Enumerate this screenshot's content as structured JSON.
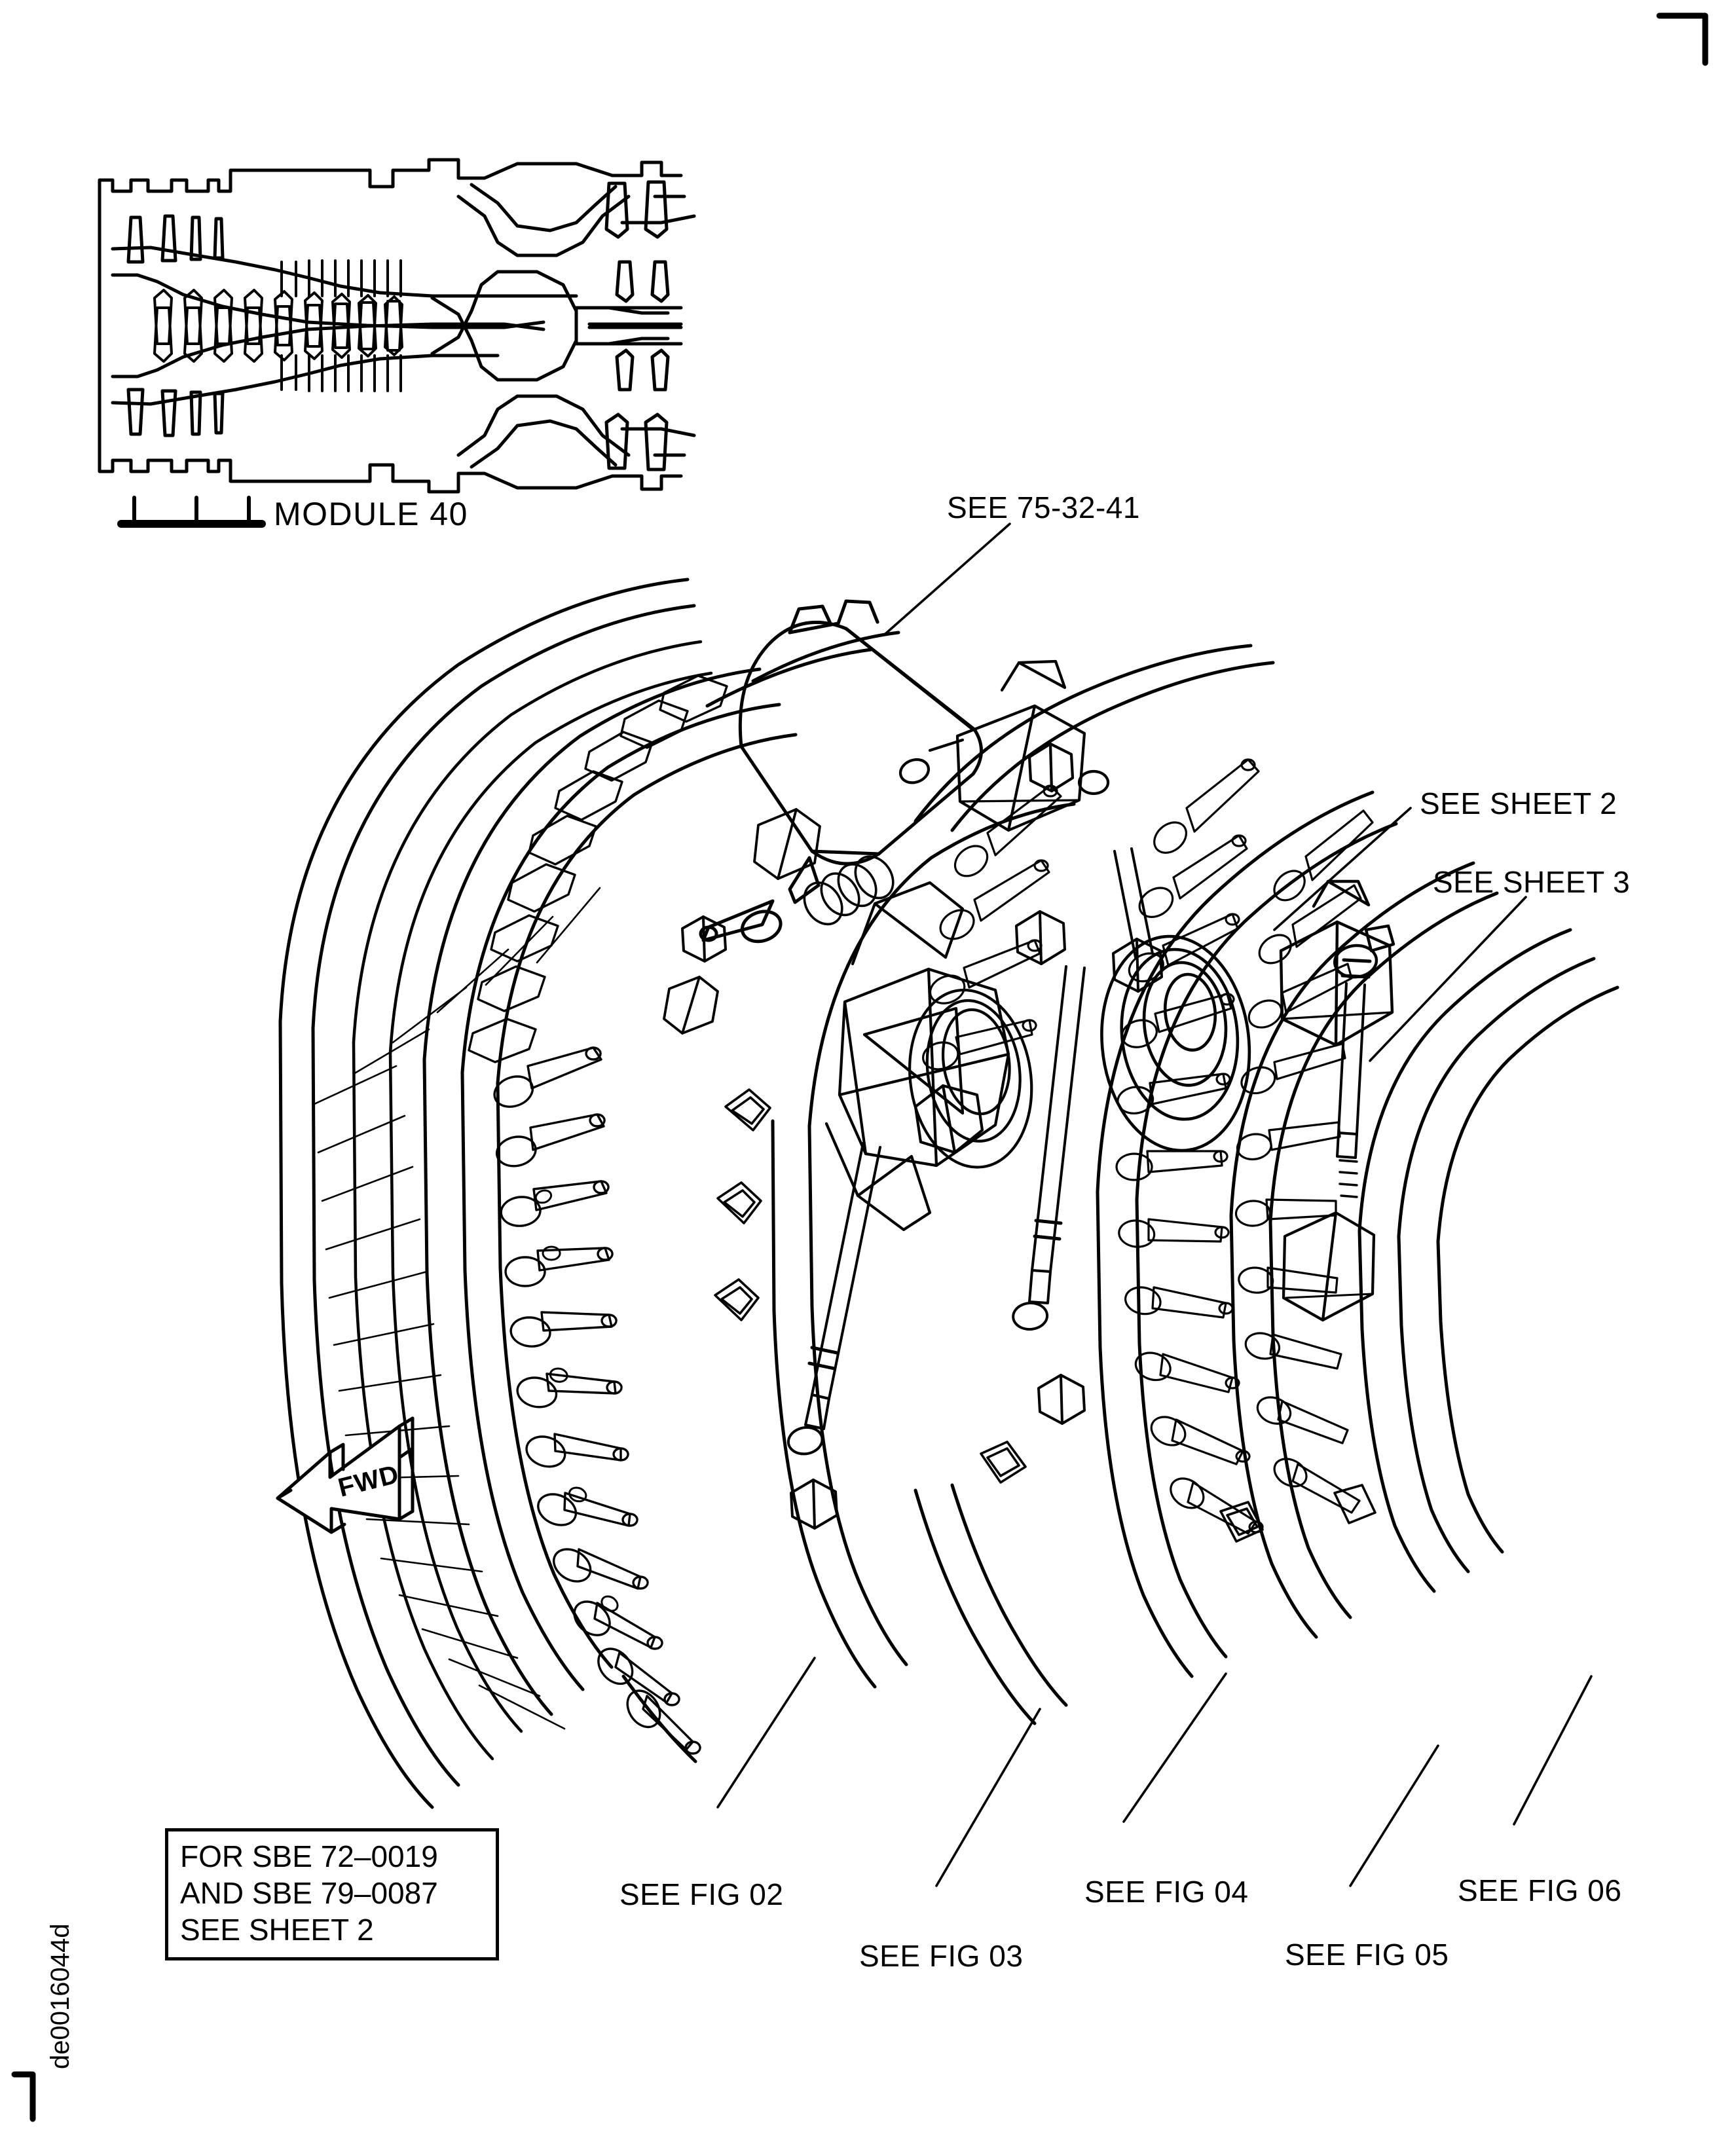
{
  "figure": {
    "module_caption": "MODULE 40",
    "identifier": "de0016044d",
    "direction_marker": "FWD"
  },
  "callouts": [
    {
      "id": "see-75-32-41",
      "text": "SEE 75-32-41"
    },
    {
      "id": "see-sheet-2",
      "text": "SEE SHEET 2"
    },
    {
      "id": "see-sheet-3",
      "text": "SEE SHEET 3"
    },
    {
      "id": "see-fig-02",
      "text": "SEE FIG 02"
    },
    {
      "id": "see-fig-03",
      "text": "SEE FIG 03"
    },
    {
      "id": "see-fig-04",
      "text": "SEE FIG 04"
    },
    {
      "id": "see-fig-05",
      "text": "SEE FIG 05"
    },
    {
      "id": "see-fig-06",
      "text": "SEE FIG 06"
    }
  ],
  "note_box": {
    "line1": "FOR SBE 72–0019",
    "line2": "AND SBE 79–0087",
    "line3": "SEE SHEET 2"
  },
  "colors": {
    "ink": "#000000",
    "paper": "#ffffff"
  }
}
